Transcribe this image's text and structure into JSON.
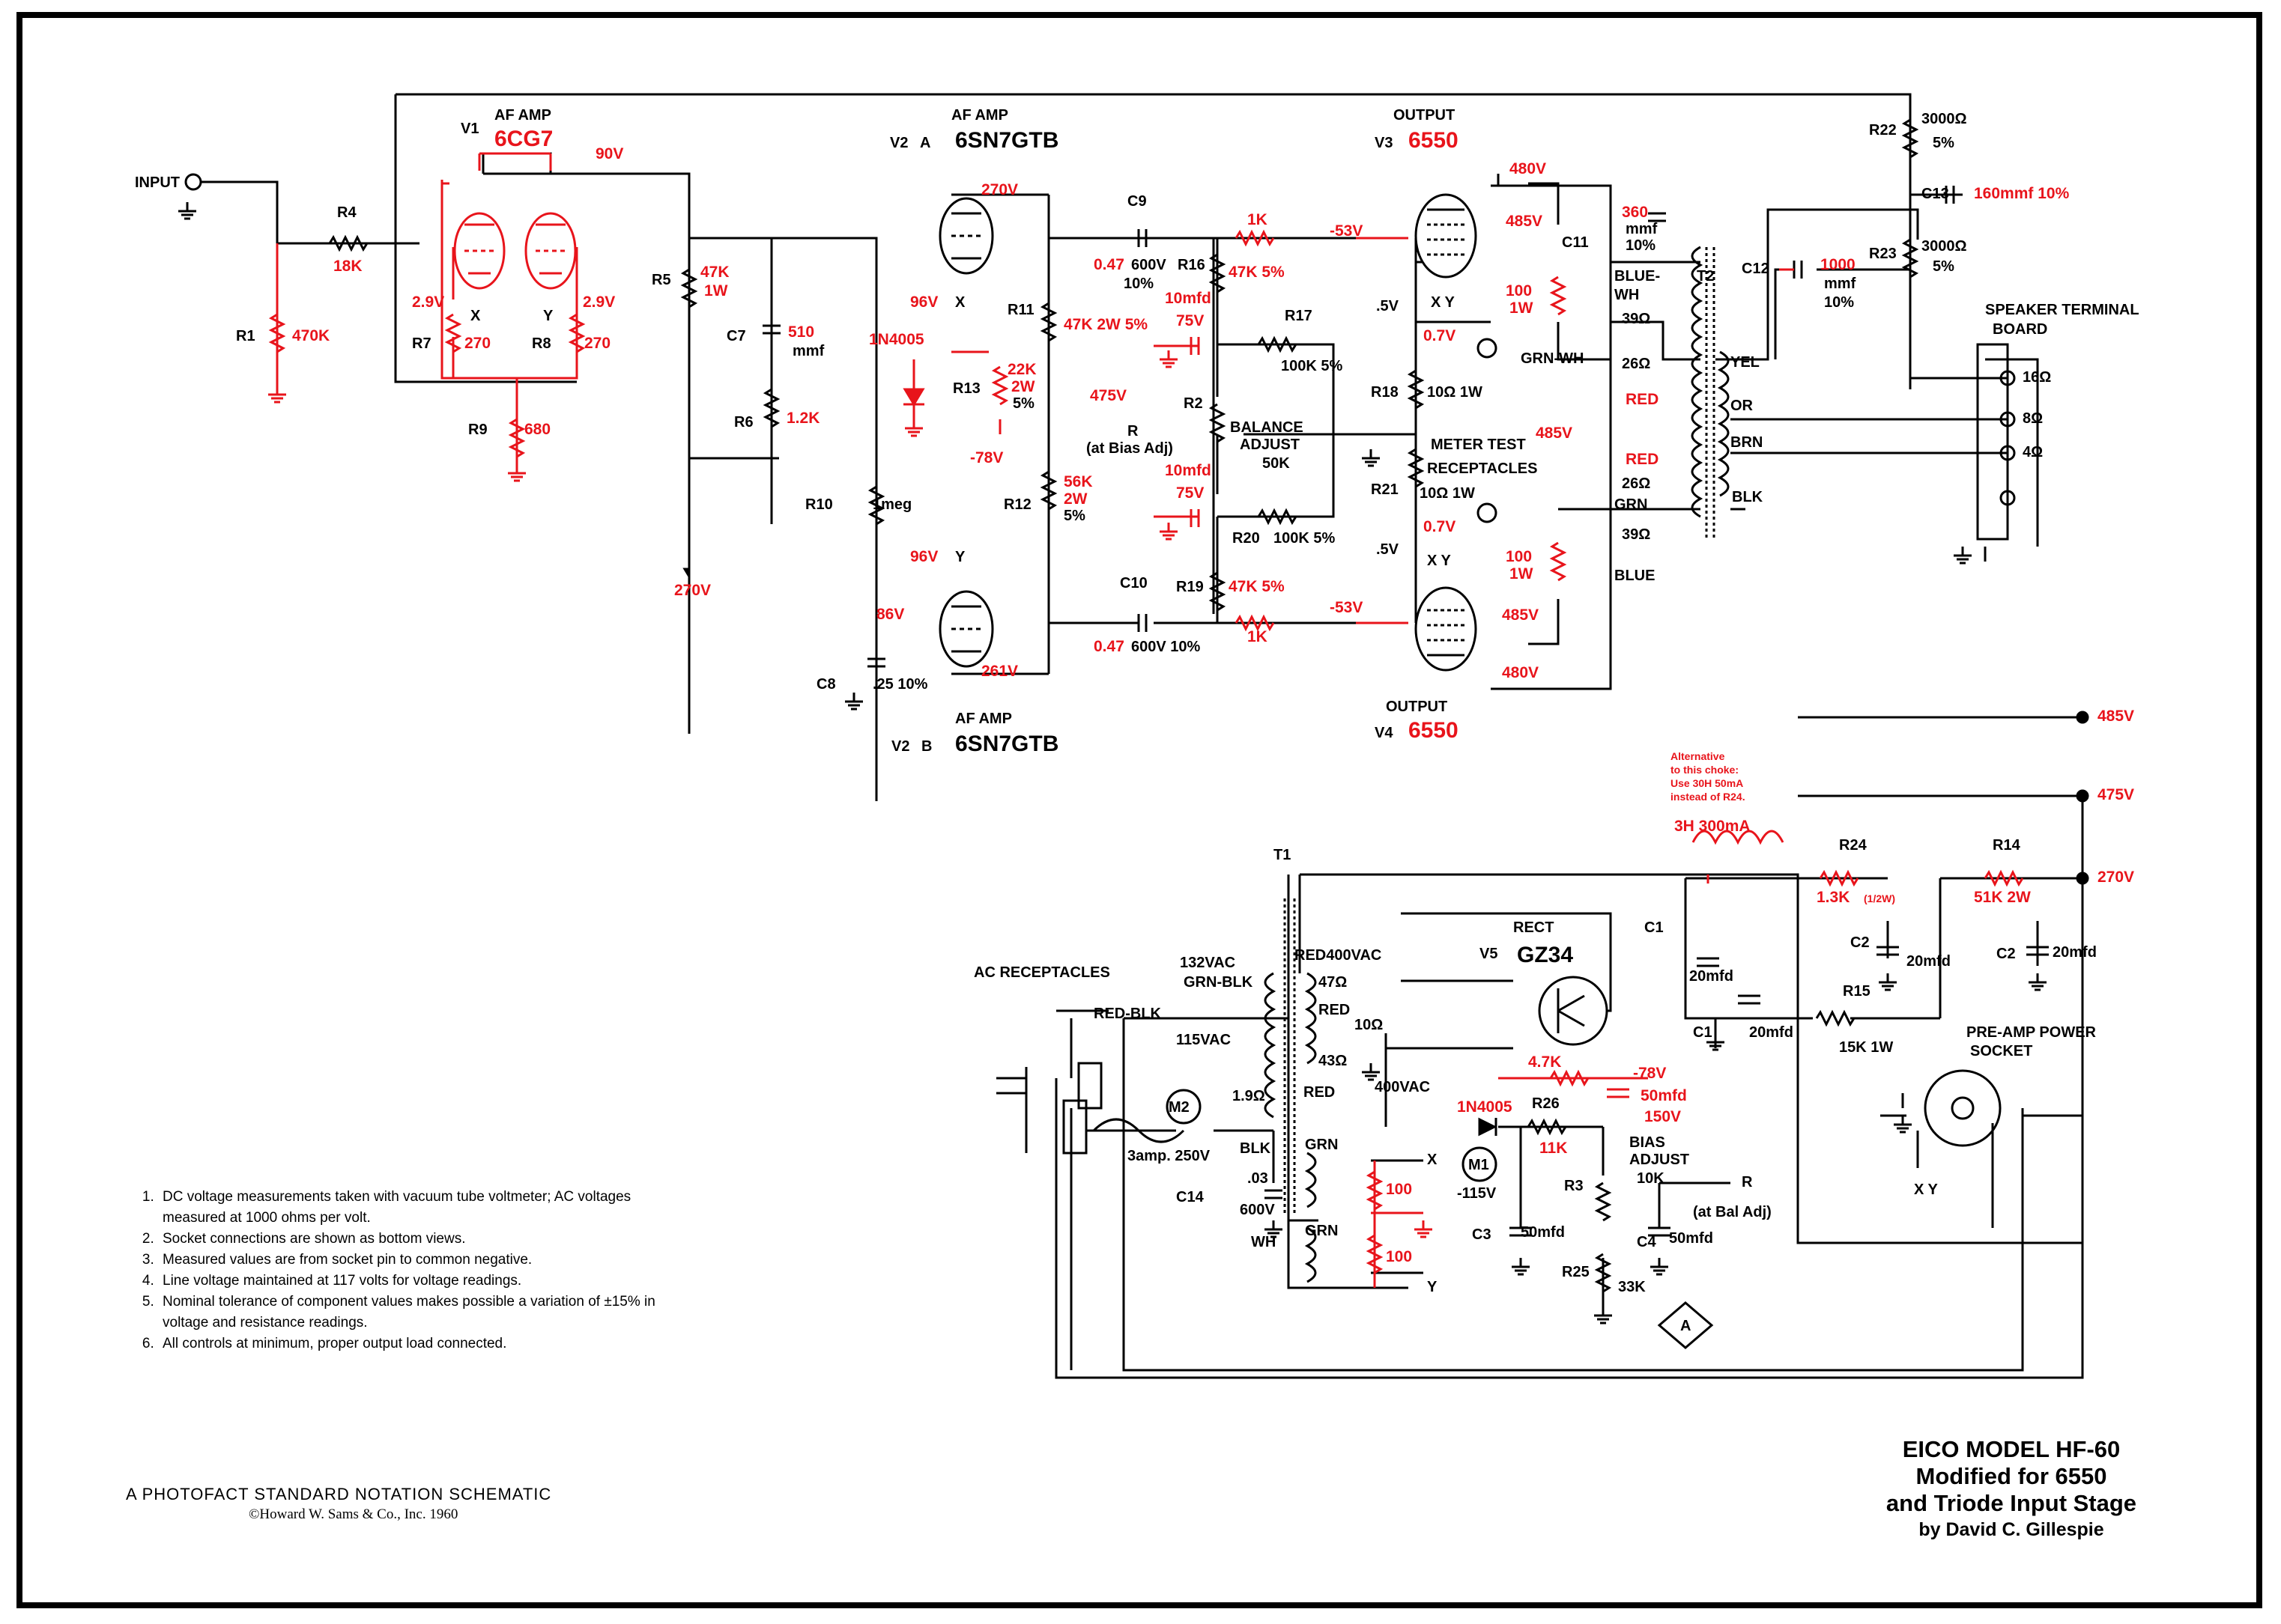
{
  "title": {
    "line1": "EICO MODEL HF-60",
    "line2": "Modified for 6550",
    "line3": "and Triode Input Stage",
    "byline": "by David C. Gillespie"
  },
  "credit": {
    "standard": "A PHOTOFACT STANDARD NOTATION SCHEMATIC",
    "copyright": "©Howard W. Sams & Co., Inc. 1960"
  },
  "notes": [
    "DC voltage measurements taken with vacuum tube voltmeter; AC voltages measured at 1000 ohms per volt.",
    "Socket connections are shown as bottom views.",
    "Measured values are from socket pin to common negative.",
    "Line voltage maintained at 117 volts for voltage readings.",
    "Nominal tolerance of component values makes possible a variation of ±15% in voltage and resistance readings.",
    "All controls at minimum, proper output load connected."
  ],
  "colors": {
    "original": "#000000",
    "modification": "#e8141b"
  },
  "tubes": {
    "v1": {
      "ref": "V1",
      "role": "AF AMP",
      "type": "6CG7"
    },
    "v2a": {
      "ref": "V2",
      "section": "A",
      "role": "AF AMP",
      "type": "6SN7GTB"
    },
    "v2b": {
      "ref": "V2",
      "section": "B",
      "role": "AF AMP",
      "type": "6SN7GTB"
    },
    "v3": {
      "ref": "V3",
      "role": "OUTPUT",
      "type": "6550"
    },
    "v4": {
      "ref": "V4",
      "role": "OUTPUT",
      "type": "6550"
    },
    "v5": {
      "ref": "V5",
      "role": "RECT",
      "type": "GZ34"
    }
  },
  "labels": {
    "input": "INPUT",
    "speaker_board": "SPEAKER TERMINAL",
    "board": "BOARD",
    "meter_test": "METER TEST",
    "receptacles": "RECEPTACLES",
    "balance": "BALANCE",
    "adjust": "ADJUST",
    "bias": "BIAS",
    "ac_receptacles": "AC RECEPTACLES",
    "preamp_power": "PRE-AMP POWER",
    "socket": "SOCKET",
    "at_bias_adj": "(at Bias Adj)",
    "at_bal_adj": "(at Bal Adj)",
    "alt_choke": [
      "Alternative",
      "to this choke:",
      "Use 30H 50mA",
      "instead of R24."
    ],
    "choke": "3H 300mA"
  },
  "refs": {
    "r1": "R1",
    "r2": "R2",
    "r3": "R3",
    "r4": "R4",
    "r5": "R5",
    "r6": "R6",
    "r7": "R7",
    "r8": "R8",
    "r9": "R9",
    "r10": "R10",
    "r11": "R11",
    "r12": "R12",
    "r13": "R13",
    "r14": "R14",
    "r15": "R15",
    "r16": "R16",
    "r17": "R17",
    "r18": "R18",
    "r19": "R19",
    "r20": "R20",
    "r21": "R21",
    "r22": "R22",
    "r23": "R23",
    "r24": "R24",
    "r25": "R25",
    "r26": "R26",
    "c1a": "C1",
    "c1b": "C1",
    "c2a": "C2",
    "c2b": "C2",
    "c3": "C3",
    "c4": "C4",
    "c6": "R6",
    "c7": "C7",
    "c8": "C8",
    "c9": "C9",
    "c10": "C10",
    "c11": "C11",
    "c12": "C12",
    "c13": "C13",
    "c14": "C14",
    "t1": "T1",
    "t2": "T2",
    "m1": "M1",
    "m2": "M2"
  },
  "values": {
    "r1": "470K",
    "r4": "18K",
    "r5": "47K",
    "r5w": "1W",
    "r6": "1.2K",
    "r7": "270",
    "r8": "270",
    "r9": "680",
    "c7": "510",
    "c7u": "mmf",
    "r10": "1meg",
    "c8": ".25  10%",
    "r11": "47K 2W  5%",
    "r12a": "56K",
    "r12b": "2W",
    "r12c": "5%",
    "r13a": "22K",
    "r13b": "2W",
    "r13c": "5%",
    "d1": "1N4005",
    "c9a": "0.47",
    "c9b": "600V",
    "c9c": "10%",
    "c10": "0.47",
    "c10b": "600V  10%",
    "r16": "47K 5%",
    "r19": "47K 5%",
    "r17": "100K 5%",
    "r20": "100K 5%",
    "r2": "50K",
    "cap10mfd": "10mfd",
    "cap75v": "75V",
    "k1": "1K",
    "r18": "10Ω 1W",
    "r21": "10Ω 1W",
    "g100": "100",
    "g1w": "1W",
    "c11a": "360",
    "c11b": "mmf",
    "c11c": "10%",
    "c12a": "1000",
    "c12b": "mmf",
    "c12c": "10%",
    "r22": "3000Ω",
    "r23": "3000Ω",
    "p5": "5%",
    "c13": "160mmf 10%",
    "o16": "16Ω",
    "o8": "8Ω",
    "o4": "4Ω",
    "t2_blue_wh": "BLUE-",
    "wh": "WH",
    "t2_39": "39Ω",
    "t2_26": "26Ω",
    "red": "RED",
    "grn": "GRN",
    "blue": "BLUE",
    "grnwh": "GRN-WH",
    "yel": "YEL",
    "or": "OR",
    "brn": "BRN",
    "blk": "BLK",
    "t1_132": "132VAC",
    "t1_grnblk": "GRN-BLK",
    "t1_redblk": "RED-BLK",
    "t1_115": "115VAC",
    "t1_red400": "RED400VAC",
    "t1_47": "47Ω",
    "t1_10": "10Ω",
    "t1_43": "43Ω",
    "t1_400": "400VAC",
    "t1_19": "1.9Ω",
    "t1_red": "RED",
    "fuse": "3amp. 250V",
    "c14a": ".03",
    "c14b": "600V",
    "r100": "100",
    "r24": "1.3K",
    "r24w": "(1/2W)",
    "r14": "51K 2W",
    "r15": "15K 1W",
    "c20mfd": "20mfd",
    "c50mfd": "50mfd",
    "r26": "11K",
    "r25": "33K",
    "r3": "10K",
    "r47k": "4.7K",
    "m1v": "-115V",
    "bias50": "50mfd",
    "bias150": "150V"
  },
  "voltages": {
    "v90": "90V",
    "v29": "2.9V",
    "v270": "270V",
    "v96": "96V",
    "v86": "86V",
    "v261": "261V",
    "v475": "475V",
    "vm78": "-78V",
    "vm53": "-53V",
    "v485": "485V",
    "v480": "480V",
    "v05": ".5V",
    "v07": "0.7V",
    "v485r": "485V",
    "v270r": "270V"
  },
  "misc": {
    "x": "X",
    "y": "Y",
    "xy": "X Y",
    "r": "R",
    "a": "A",
    "b": "B",
    "pm": "+|-"
  }
}
